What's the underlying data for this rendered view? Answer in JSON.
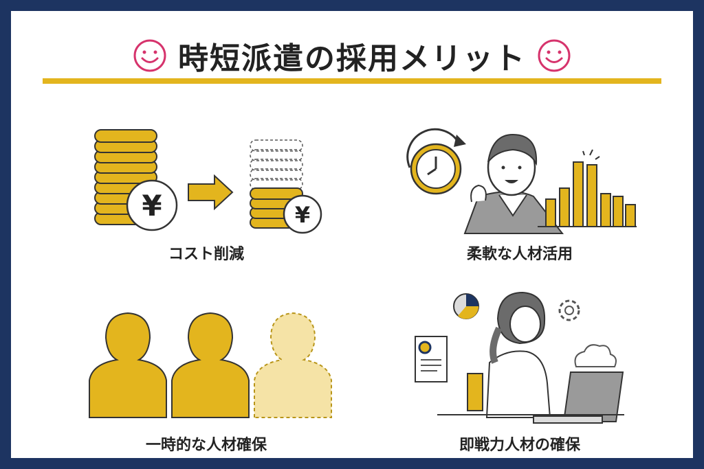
{
  "title": "時短派遣の採用メリット",
  "colors": {
    "frame": "#1d3461",
    "accent": "#e3b51e",
    "smile": "#d6336c",
    "text": "#222222"
  },
  "icons": [
    "smile-icon",
    "coin-stack-icon",
    "yen-coin-icon",
    "arrow-right-icon",
    "clock-icon",
    "bar-chart-icon",
    "person-silhouette-icon",
    "gear-icon",
    "cloud-icon",
    "laptop-icon",
    "document-icon",
    "pie-chart-icon"
  ],
  "merits": [
    {
      "label": "コスト削減",
      "yen": "¥"
    },
    {
      "label": "柔軟な人材活用"
    },
    {
      "label": "一時的な人材確保"
    },
    {
      "label": "即戦力人材の確保"
    }
  ]
}
